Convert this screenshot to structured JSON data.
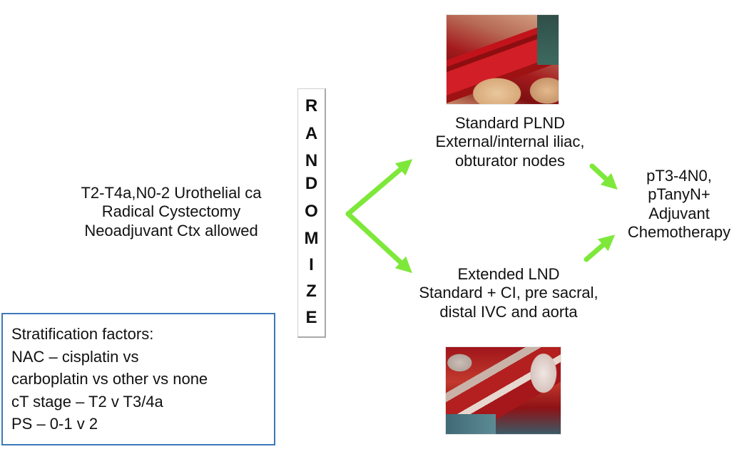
{
  "eligibility": {
    "lines": [
      "T2-T4a,N0-2 Urothelial ca",
      "Radical Cystectomy",
      "Neoadjuvant Ctx allowed"
    ]
  },
  "randomize": {
    "letters": [
      "R",
      "A",
      "N",
      "D",
      "O",
      "M",
      "I",
      "Z",
      "E"
    ]
  },
  "arms": {
    "standard": {
      "lines": [
        "Standard PLND",
        "External/internal iliac,",
        "obturator nodes"
      ],
      "photo": "surgical-photo-standard-plnd"
    },
    "extended": {
      "lines": [
        "Extended LND",
        "Standard + CI, pre sacral,",
        "distal IVC and aorta"
      ],
      "photo": "surgical-photo-extended-lnd"
    }
  },
  "adjuvant": {
    "lines": [
      "pT3-4N0,",
      "pTanyN+",
      "Adjuvant",
      "Chemotherapy"
    ]
  },
  "stratification": {
    "lines": [
      "Stratification factors:",
      "NAC – cisplatin vs",
      "carboplatin vs other vs none",
      "cT stage – T2 v T3/4a",
      "PS – 0-1 v 2"
    ]
  },
  "colors": {
    "arrow": "#7ee83a",
    "box_border": "#3b78b8"
  }
}
